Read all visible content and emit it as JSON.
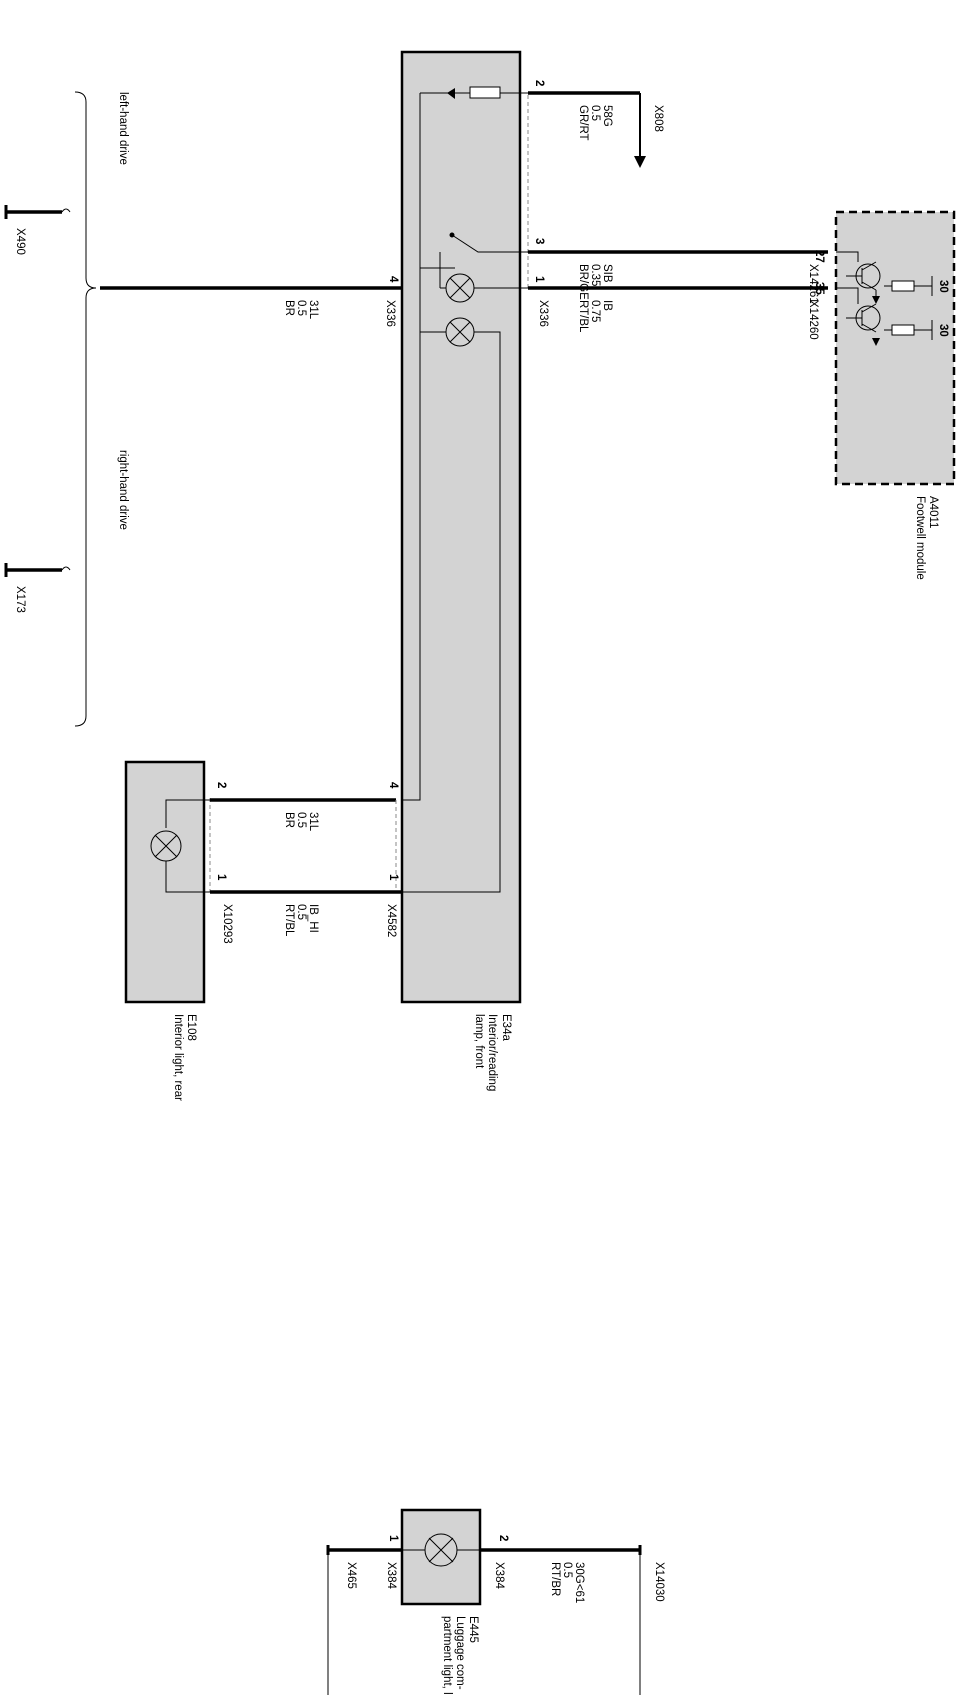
{
  "colors": {
    "component_fill": "#d3d3d3",
    "wire": "#000000",
    "background": "#ffffff"
  },
  "annotations": {
    "left_hand_drive": "left-hand drive",
    "right_hand_drive": "right-hand drive"
  },
  "ground_points": {
    "x490": "X490",
    "x173": "X173"
  },
  "components": {
    "e34a": {
      "id": "E34a",
      "name_line1": "Interior/reading",
      "name_line2": "lamp, front"
    },
    "e108": {
      "id": "E108",
      "name": "Interior light, rear"
    },
    "a4011": {
      "id": "A4011",
      "name": "Footwell module"
    },
    "e445": {
      "id": "E445",
      "name_line1": "Luggage com-",
      "name_line2": "partment light, left"
    }
  },
  "wires": {
    "w58g": {
      "pin": "2",
      "signal": "58G",
      "size": "0.5",
      "color": "GR/RT",
      "dest": "X808"
    },
    "wsib": {
      "pin": "3",
      "signal": "SIB",
      "size": "0.35",
      "color": "BR/GE",
      "dest_pin": "27",
      "dest_conn": "X14261",
      "supply": "30"
    },
    "wib": {
      "pin": "1",
      "signal": "IB",
      "size": "0.75",
      "color": "RT/BL",
      "conn": "X336",
      "dest_pin": "35",
      "dest_conn": "X14260",
      "supply": "30"
    },
    "w31l_top": {
      "pin": "4",
      "signal": "31L",
      "size": "0.5",
      "color": "BR",
      "conn": "X336"
    },
    "w31l_rear": {
      "pin_e108": "2",
      "pin_e34a": "4",
      "signal": "31L",
      "size": "0.5",
      "color": "BR"
    },
    "wibhi": {
      "pin_e108": "1",
      "pin_e34a": "1",
      "signal": "IB_HI",
      "size": "0.5",
      "color": "RT/BL",
      "conn_e108": "X10293",
      "conn_e34a": "X4582"
    },
    "luggage": {
      "pin_left": "1",
      "pin_right": "2",
      "conn_left": "X384",
      "conn_right": "X384",
      "ground": "X465",
      "signal": "30G<61",
      "size": "0.5",
      "color": "RT/BR",
      "dest": "X14030"
    }
  }
}
